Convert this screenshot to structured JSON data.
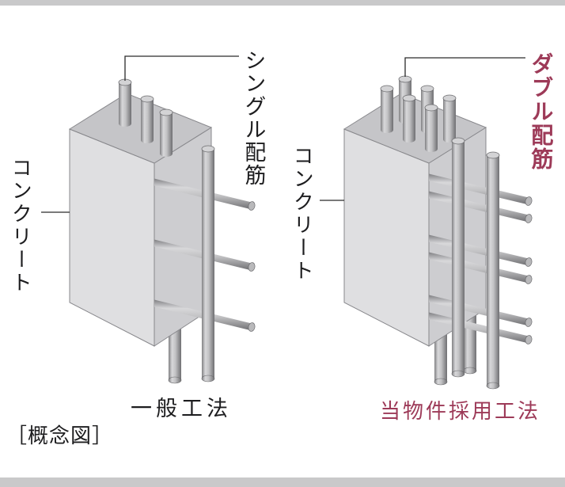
{
  "figure": {
    "caption": "［概念図］"
  },
  "left_wall": {
    "concrete_label": "コンクリート",
    "rebar_type_label": "シングル配筋",
    "method_label": "一般工法"
  },
  "right_wall": {
    "concrete_label": "コンクリート",
    "rebar_type_label": "ダブル配筋",
    "method_label": "当物件採用工法"
  },
  "colors": {
    "accent_red": "#9d3a58",
    "text": "#1d1d1f",
    "frame_strip": "#c9c9ca",
    "block_front": "#dfdfe1",
    "block_side": "#cdcdd0",
    "block_top": "#c5c5c8",
    "rebar_dark": "#6f6f72",
    "rebar_light": "#d8d8da"
  }
}
